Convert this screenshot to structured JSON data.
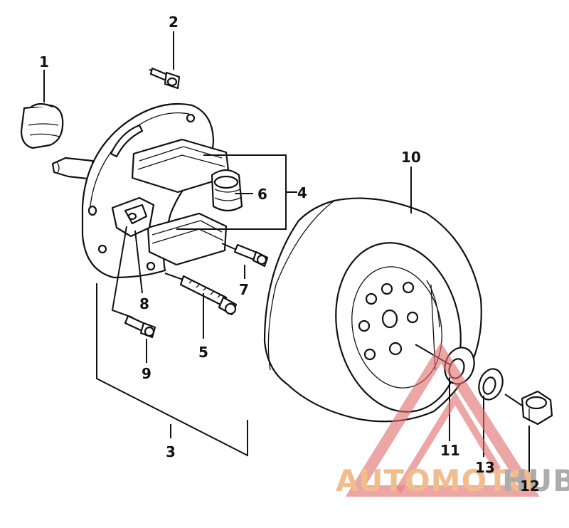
{
  "diagram": {
    "labels": {
      "l1": "1",
      "l2": "2",
      "l3": "3",
      "l4": "4",
      "l5": "5",
      "l6": "6",
      "l7": "7",
      "l8": "8",
      "l9": "9",
      "l10": "10",
      "l11": "11",
      "l12": "12",
      "l13": "13"
    }
  },
  "watermark": {
    "text_a": "AUTOMOTO",
    "text_b": "HUB",
    "color_a": "#f0b27a",
    "color_b": "#9e9e9e",
    "triangle_color": "#e36b6b"
  }
}
